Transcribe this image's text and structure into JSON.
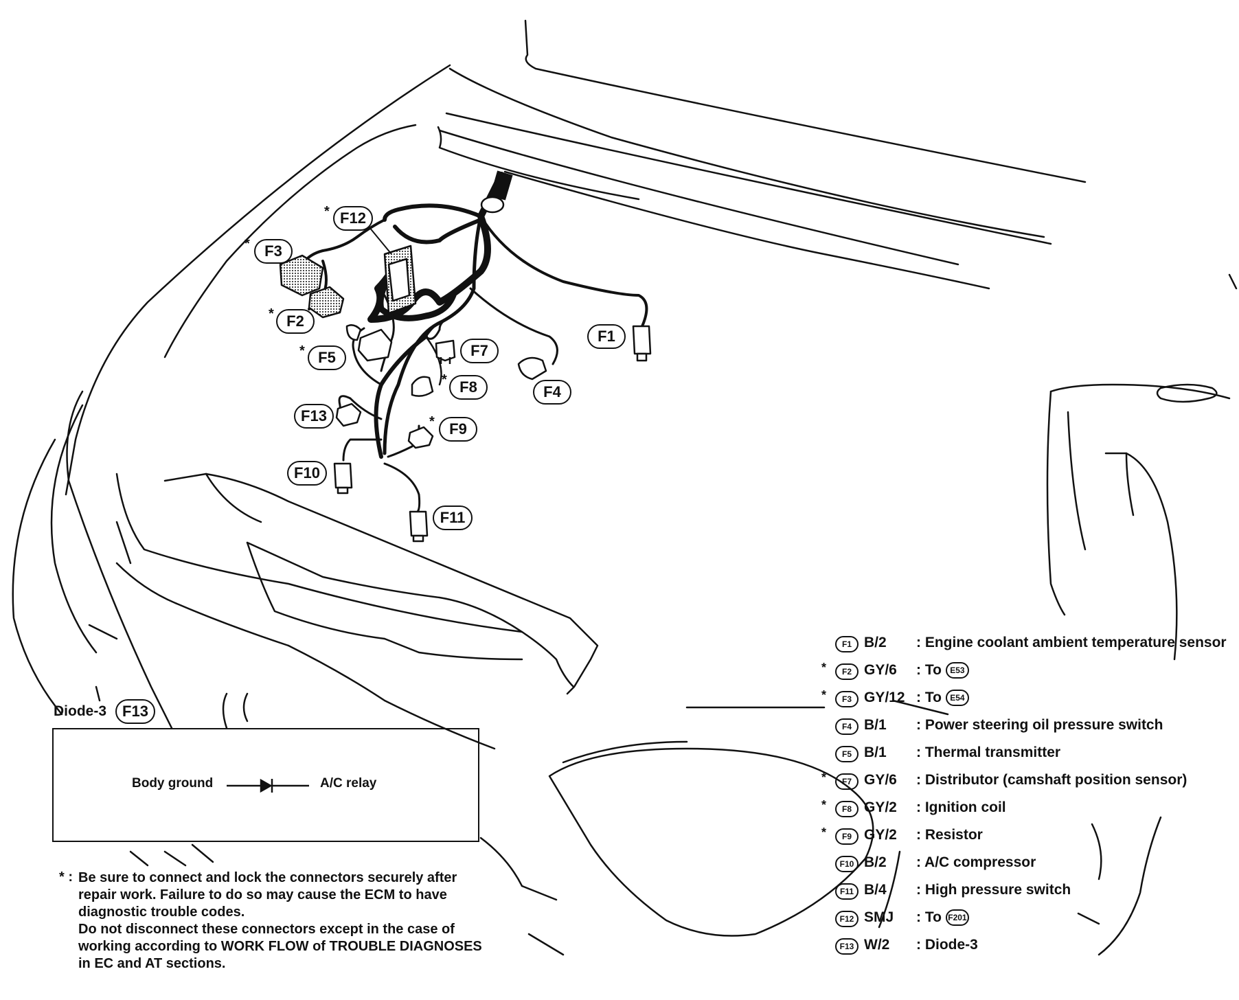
{
  "connectors": [
    {
      "id": "f1",
      "label": "F1",
      "starred": false
    },
    {
      "id": "f2",
      "label": "F2",
      "starred": true
    },
    {
      "id": "f3",
      "label": "F3",
      "starred": true
    },
    {
      "id": "f4",
      "label": "F4",
      "starred": false
    },
    {
      "id": "f5",
      "label": "F5",
      "starred": false
    },
    {
      "id": "f7",
      "label": "F7",
      "starred": true
    },
    {
      "id": "f8",
      "label": "F8",
      "starred": true
    },
    {
      "id": "f9",
      "label": "F9",
      "starred": true
    },
    {
      "id": "f10",
      "label": "F10",
      "starred": false
    },
    {
      "id": "f11",
      "label": "F11",
      "starred": false
    },
    {
      "id": "f12",
      "label": "F12",
      "starred": true
    },
    {
      "id": "f13",
      "label": "F13",
      "starred": false
    }
  ],
  "star_symbol": "*",
  "diode": {
    "title": "Diode-3",
    "badge": "F13",
    "left_label": "Body ground",
    "right_label": "A/C relay"
  },
  "note": {
    "marker": "* :",
    "lines": [
      "Be sure to connect and lock the connectors securely after",
      "repair work. Failure to do so may cause the ECM to have",
      "diagnostic trouble codes.",
      "Do not disconnect these connectors except in the case of",
      "working according to WORK FLOW of TROUBLE DIAGNOSES",
      "in EC and AT sections."
    ]
  },
  "legend": [
    {
      "badge": "F1",
      "starred": false,
      "code": "B/2",
      "desc": ": Engine coolant ambient temperature sensor",
      "to": ""
    },
    {
      "badge": "F2",
      "starred": true,
      "code": "GY/6",
      "desc": ": To",
      "to": "E53"
    },
    {
      "badge": "F3",
      "starred": true,
      "code": "GY/12",
      "desc": ": To",
      "to": "E54"
    },
    {
      "badge": "F4",
      "starred": false,
      "code": "B/1",
      "desc": ": Power steering oil pressure switch",
      "to": ""
    },
    {
      "badge": "F5",
      "starred": false,
      "code": "B/1",
      "desc": ": Thermal transmitter",
      "to": ""
    },
    {
      "badge": "F7",
      "starred": true,
      "code": "GY/6",
      "desc": ": Distributor (camshaft position sensor)",
      "to": ""
    },
    {
      "badge": "F8",
      "starred": true,
      "code": "GY/2",
      "desc": ": Ignition coil",
      "to": ""
    },
    {
      "badge": "F9",
      "starred": true,
      "code": "GY/2",
      "desc": ": Resistor",
      "to": ""
    },
    {
      "badge": "F10",
      "starred": false,
      "code": "B/2",
      "desc": ": A/C compressor",
      "to": ""
    },
    {
      "badge": "F11",
      "starred": false,
      "code": "B/4",
      "desc": ": High pressure switch",
      "to": ""
    },
    {
      "badge": "F12",
      "starred": false,
      "code": "SMJ",
      "desc": ": To",
      "to": "F201"
    },
    {
      "badge": "F13",
      "starred": false,
      "code": "W/2",
      "desc": ": Diode-3",
      "to": ""
    }
  ]
}
